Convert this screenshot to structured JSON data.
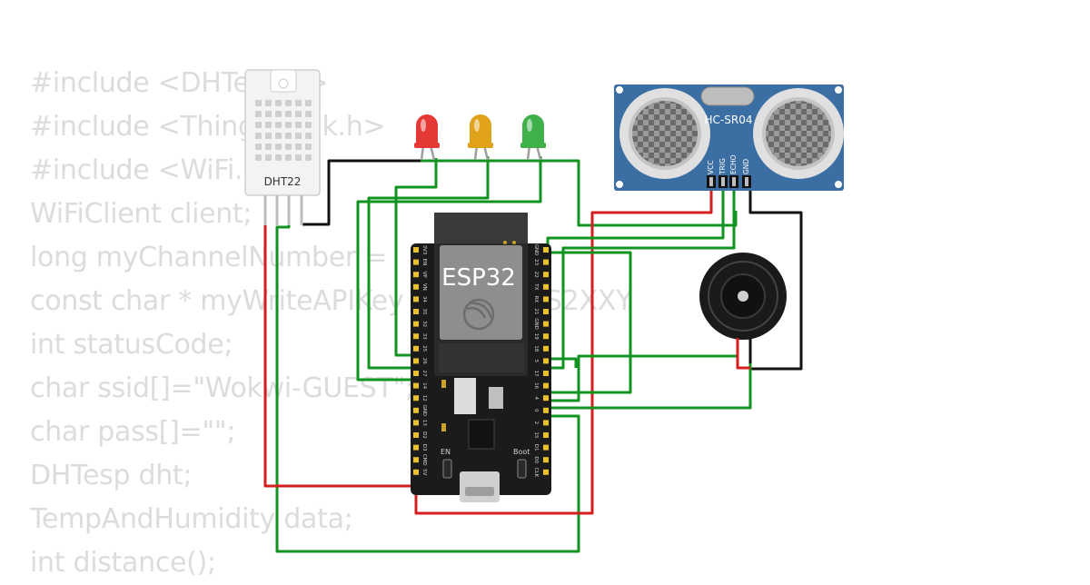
{
  "code_lines": [
    "#include <DHTesp.h>",
    "#include <ThingSpeak.h>",
    "#include <WiFi.h>",
    "WiFiClient client;",
    "long myChannelNumber = ",
    "const char * myWriteAPIKey = \"BXJKLYS2XXY",
    "int statusCode;",
    "char ssid[]=\"Wokwi-GUEST\";",
    "char pass[]=\"\";",
    "DHTesp dht;",
    "TempAndHumidity data;",
    "int distance();"
  ],
  "dht": {
    "label": "DHT22"
  },
  "esp32": {
    "label": "ESP32",
    "en_label": "EN",
    "boot_label": "Boot",
    "left_pins": [
      "3V3",
      "EN",
      "VP",
      "VN",
      "34",
      "35",
      "32",
      "33",
      "25",
      "26",
      "27",
      "14",
      "12",
      "GND",
      "13",
      "D2",
      "D3",
      "CMD",
      "5V"
    ],
    "right_pins": [
      "GND",
      "23",
      "22",
      "TX",
      "RX",
      "21",
      "GND",
      "19",
      "18",
      "5",
      "17",
      "16",
      "4",
      "0",
      "2",
      "15",
      "D1",
      "D0",
      "CLK"
    ]
  },
  "ultrasonic": {
    "label": "HC-SR04",
    "pins": [
      "VCC",
      "TRIG",
      "ECHO",
      "GND"
    ]
  },
  "leds": [
    {
      "name": "red-led",
      "color": "#e53935",
      "lens": "#f05a4f"
    },
    {
      "name": "yellow-led",
      "color": "#e0a21a",
      "lens": "#f1b83a"
    },
    {
      "name": "green-led",
      "color": "#3fb04a",
      "lens": "#5cc766"
    }
  ],
  "colors": {
    "wire_green": "#11931f",
    "wire_red": "#d41f1f",
    "wire_black": "#111111",
    "board": "#181818",
    "sensor_blue": "#3b6ea3"
  }
}
